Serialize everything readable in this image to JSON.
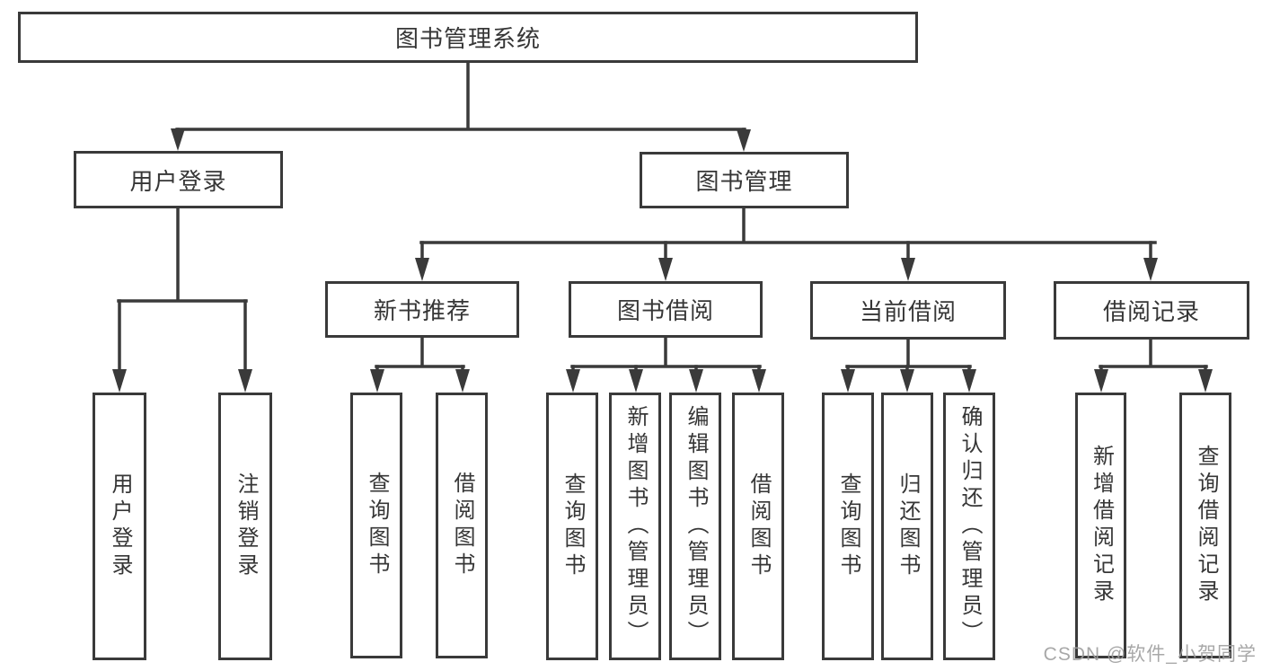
{
  "diagram": {
    "root": {
      "label": "图书管理系统"
    },
    "children": [
      {
        "label": "用户登录",
        "leaves": [
          {
            "label": "用户登录"
          },
          {
            "label": "注销登录"
          }
        ]
      },
      {
        "label": "图书管理",
        "children": [
          {
            "label": "新书推荐",
            "leaves": [
              {
                "label": "查询图书"
              },
              {
                "label": "借阅图书"
              }
            ]
          },
          {
            "label": "图书借阅",
            "leaves": [
              {
                "label": "查询图书"
              },
              {
                "label": "新增图书（管理员）"
              },
              {
                "label": "编辑图书（管理员）"
              },
              {
                "label": "借阅图书"
              }
            ]
          },
          {
            "label": "当前借阅",
            "leaves": [
              {
                "label": "查询图书"
              },
              {
                "label": "归还图书"
              },
              {
                "label": "确认归还（管理员）"
              }
            ]
          },
          {
            "label": "借阅记录",
            "leaves": [
              {
                "label": "新增借阅记录"
              },
              {
                "label": "查询借阅记录"
              }
            ]
          }
        ]
      }
    ]
  },
  "watermark": {
    "text": "CSDN @软件_小贺同学"
  },
  "colors": {
    "line": "#3a3a3a",
    "text": "#363636",
    "box_background": "#ffffff",
    "watermark": "#9e9e9e"
  }
}
